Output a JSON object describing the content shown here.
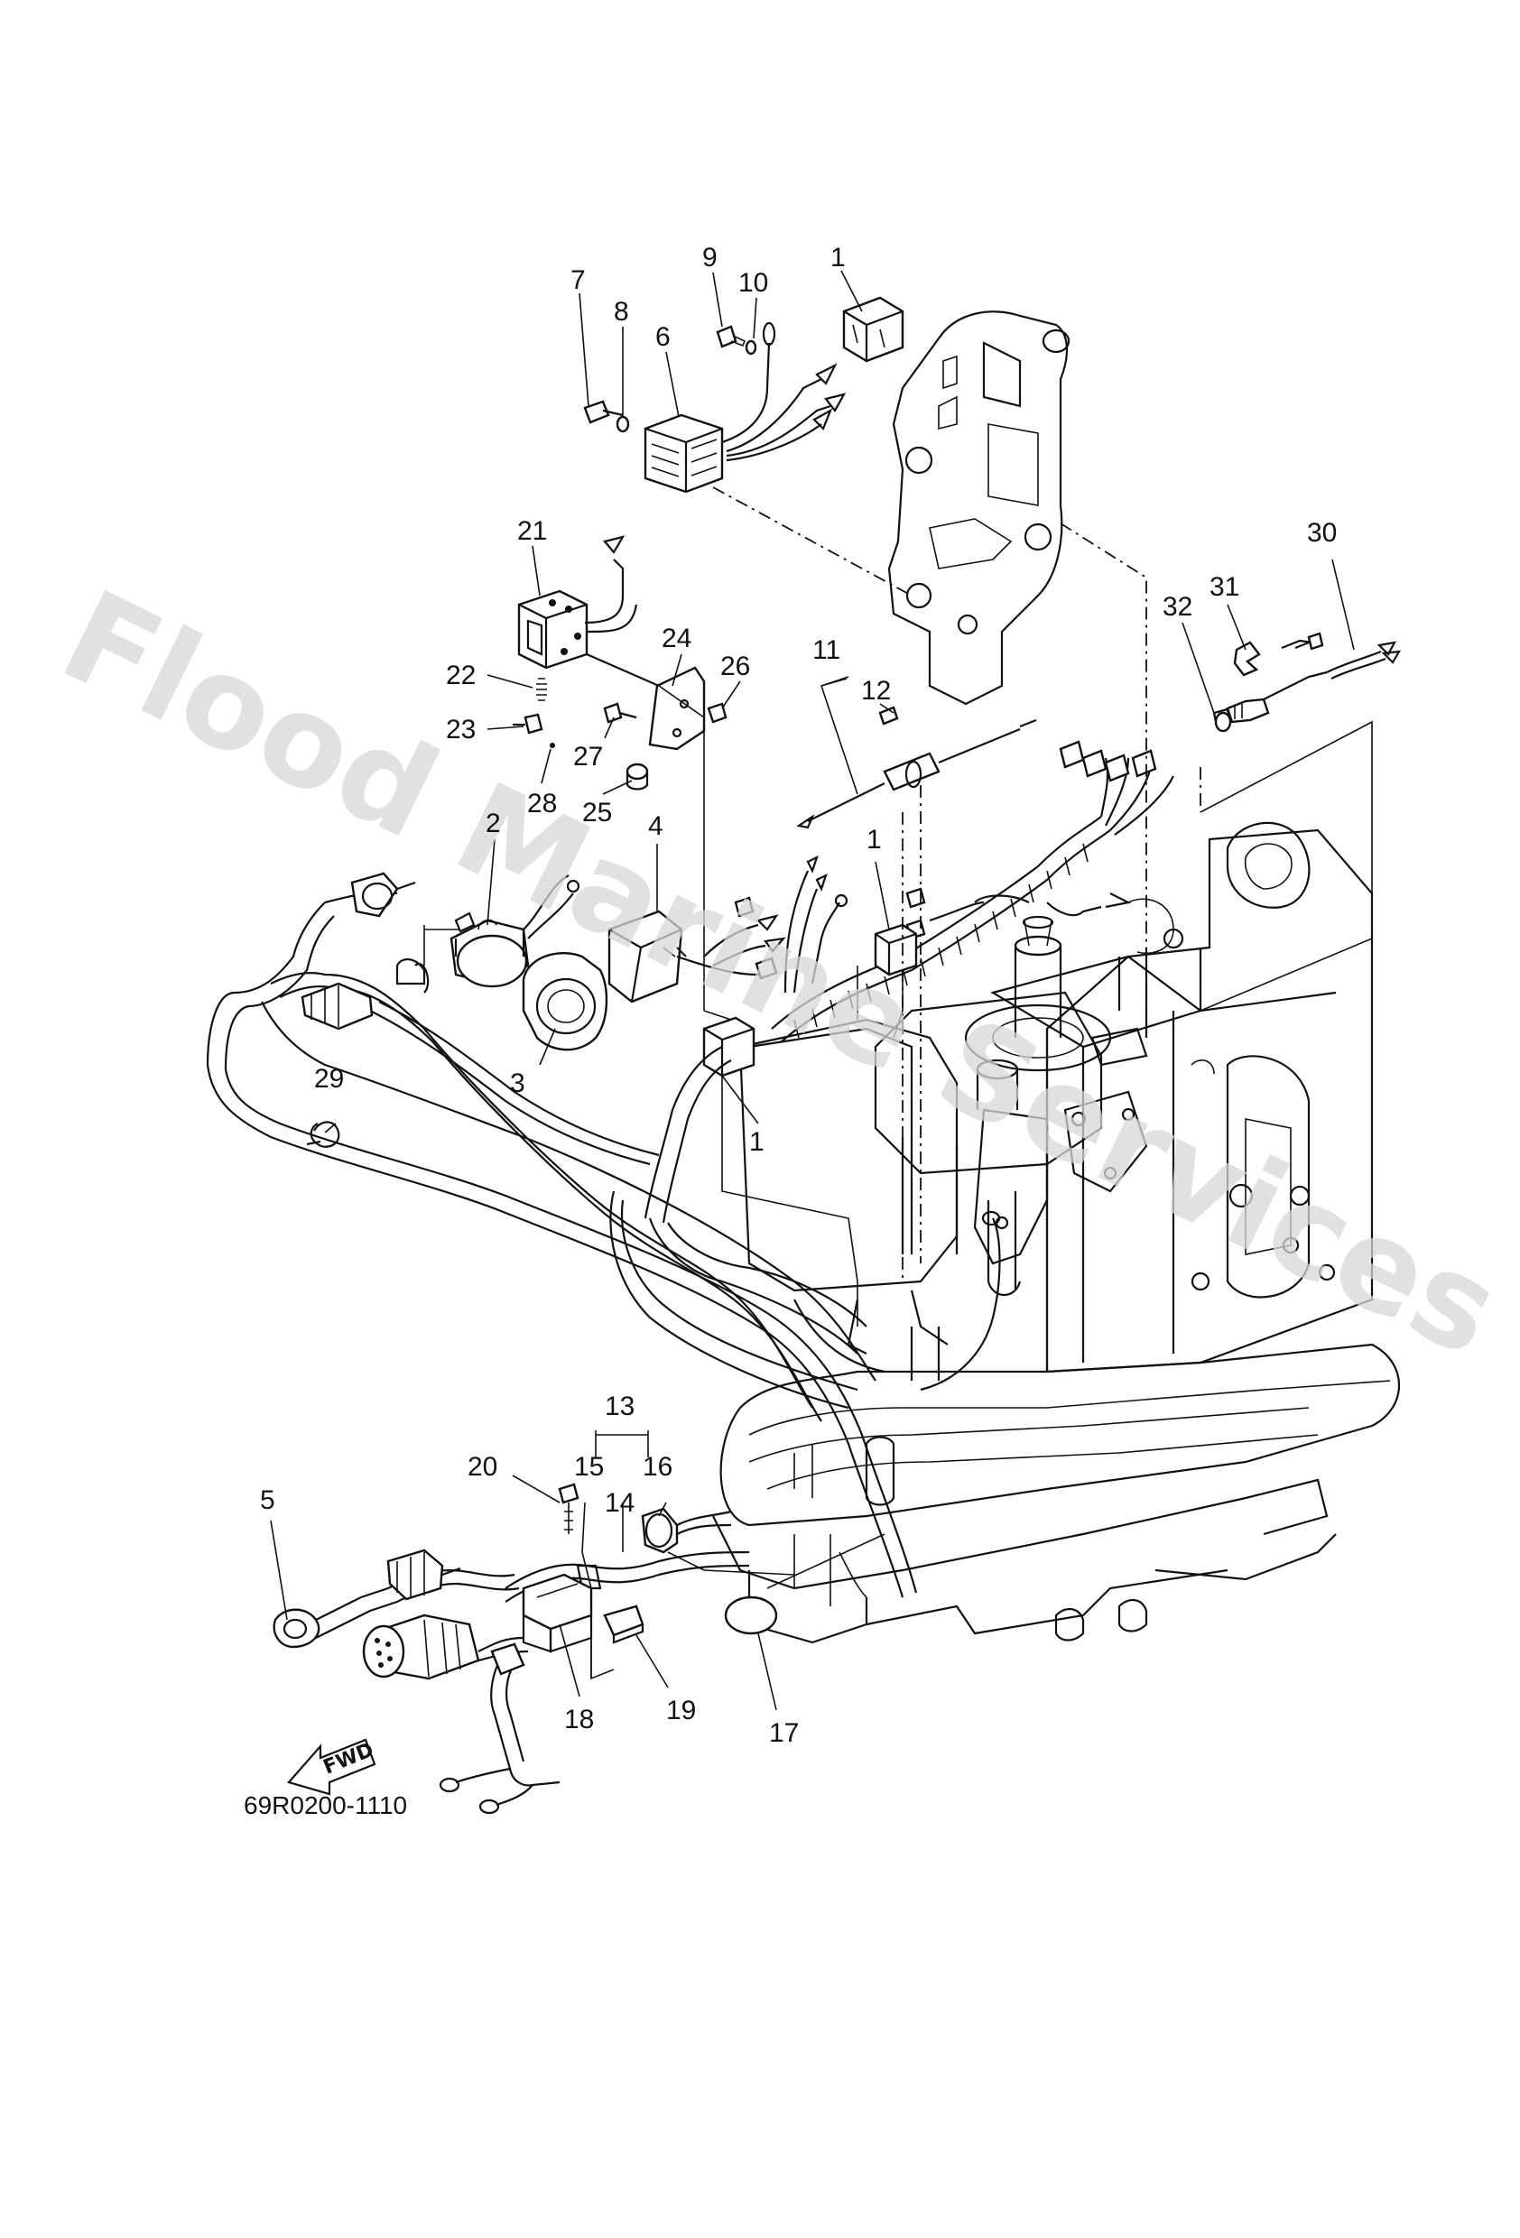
{
  "watermark": "Flood Marine Services",
  "diagram_code": "69R0200-1110",
  "fwd_label": "FWD",
  "callouts": {
    "c1a": "1",
    "c1b": "1",
    "c1c": "1",
    "c2": "2",
    "c3": "3",
    "c4": "4",
    "c5": "5",
    "c6": "6",
    "c7": "7",
    "c8": "8",
    "c9": "9",
    "c10": "10",
    "c11": "11",
    "c12": "12",
    "c13": "13",
    "c14": "14",
    "c15": "15",
    "c16": "16",
    "c17": "17",
    "c18": "18",
    "c19": "19",
    "c20": "20",
    "c21": "21",
    "c22": "22",
    "c23": "23",
    "c24": "24",
    "c25": "25",
    "c26": "26",
    "c27": "27",
    "c28": "28",
    "c29": "29",
    "c30": "30",
    "c31": "31",
    "c32": "32"
  }
}
